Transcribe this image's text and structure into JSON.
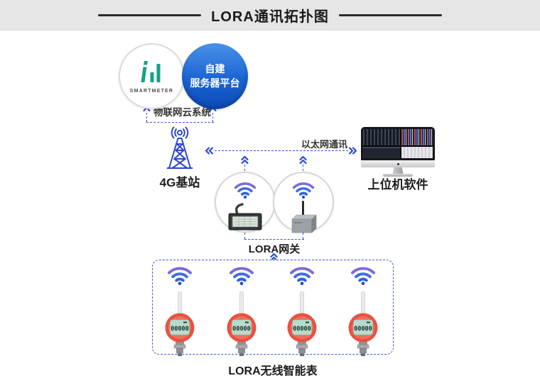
{
  "header": {
    "title": "LORA通讯拓扑图"
  },
  "cloud": {
    "smartmeter_label": "SMARTMETER",
    "server_line1": "自建",
    "server_line2": "服务器平台",
    "link_label": "物联网云系统"
  },
  "network": {
    "base_station_label": "4G基站",
    "ethernet_label": "以太网通讯",
    "host_label": "上位机软件",
    "gateway_label": "LORA网关"
  },
  "meters": {
    "box_label": "LORA无线智能表",
    "items": [
      {
        "display": "00000"
      },
      {
        "display": "00000"
      },
      {
        "display": "00000"
      },
      {
        "display": "00000"
      }
    ]
  },
  "colors": {
    "accent_blue": "#3a50d8",
    "wifi_purple": "#7b6ad8",
    "wifi_blue": "#2f62dc",
    "logo_teal": "#17a189",
    "server_blue": "#1b63d2",
    "meter_red": "#e9513f",
    "lcd_green": "#b5dccd",
    "header_bg": "#e6e6e6"
  }
}
